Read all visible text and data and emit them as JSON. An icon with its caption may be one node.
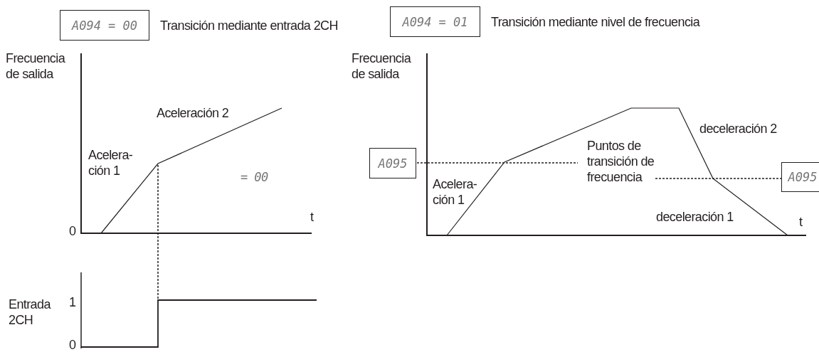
{
  "diagram": {
    "nodes": [
      {
        "text": [
          "A094 = 00"
        ],
        "beside": [
          "Transición mediante entrada 2CH"
        ]
      },
      {
        "text": [
          "A094 = 01"
        ],
        "beside": [
          "Transición mediante nivel de frecuencia"
        ]
      },
      {
        "text": [
          "A095"
        ]
      },
      {
        "text": [
          "A095"
        ]
      }
    ],
    "edges": [],
    "labels": [
      "Frecuencia de salida",
      "Frecuencia de salida",
      "Aceleración 2",
      "deceleración 2",
      "Acelera- ción 1",
      "= 00",
      "Puntos de transición de frecuencia",
      "Acelera- ción 1",
      "0",
      "t",
      "t",
      "deceleración 1",
      "Entrada 2CH",
      "1",
      "0"
    ]
  }
}
